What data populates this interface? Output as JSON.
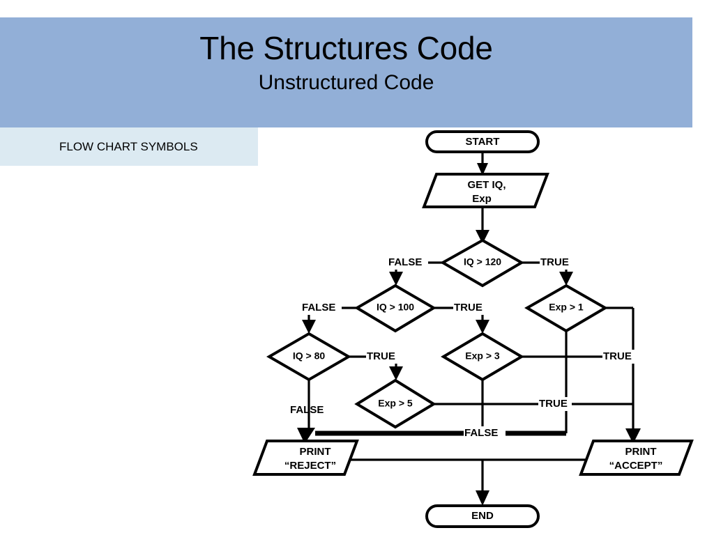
{
  "slide": {
    "header": {
      "title": "The Structures Code",
      "subtitle": "Unstructured Code",
      "band_color": "#92afd7"
    },
    "caption": {
      "text": "FLOW CHART SYMBOLS",
      "band_color": "#dceaf2"
    },
    "background_color": "#ffffff"
  },
  "flowchart": {
    "title": "Unstructured Code flowchart: IQ and Experience screening",
    "line_color": "#000000",
    "shape_fill": "#ffffff",
    "nodes": [
      {
        "id": "start",
        "shape": "terminator",
        "label": "START"
      },
      {
        "id": "get",
        "shape": "parallelogram",
        "label_line1": "GET IQ,",
        "label_line2": "Exp"
      },
      {
        "id": "iq120",
        "shape": "diamond",
        "label": "IQ > 120"
      },
      {
        "id": "iq100",
        "shape": "diamond",
        "label": "IQ > 100"
      },
      {
        "id": "exp1",
        "shape": "diamond",
        "label": "Exp > 1"
      },
      {
        "id": "iq80",
        "shape": "diamond",
        "label": "IQ > 80"
      },
      {
        "id": "exp3",
        "shape": "diamond",
        "label": "Exp > 3"
      },
      {
        "id": "exp5",
        "shape": "diamond",
        "label": "Exp > 5"
      },
      {
        "id": "reject",
        "shape": "parallelogram",
        "label_line1": "PRINT",
        "label_line2": "“REJECT”"
      },
      {
        "id": "accept",
        "shape": "parallelogram",
        "label_line1": "PRINT",
        "label_line2": "“ACCEPT”"
      },
      {
        "id": "end",
        "shape": "terminator",
        "label": "END"
      }
    ],
    "edge_labels": {
      "iq120_false": "FALSE",
      "iq120_true": "TRUE",
      "iq100_false": "FALSE",
      "iq100_true": "TRUE",
      "iq80_true": "TRUE",
      "iq80_false": "FALSE",
      "exp1_true": "TRUE",
      "exp3_true": "TRUE",
      "exp3_false": "FALSE"
    },
    "edges": [
      {
        "from": "start",
        "to": "get",
        "label": ""
      },
      {
        "from": "get",
        "to": "iq120",
        "label": ""
      },
      {
        "from": "iq120",
        "to": "iq100",
        "label": "FALSE"
      },
      {
        "from": "iq120",
        "to": "exp1",
        "label": "TRUE"
      },
      {
        "from": "iq100",
        "to": "iq80",
        "label": "FALSE"
      },
      {
        "from": "iq100",
        "to": "exp3",
        "label": "TRUE"
      },
      {
        "from": "iq80",
        "to": "exp5",
        "label": "TRUE"
      },
      {
        "from": "iq80",
        "to": "reject",
        "label": "FALSE"
      },
      {
        "from": "exp1",
        "to": "accept",
        "label": "TRUE"
      },
      {
        "from": "exp3",
        "to": "accept",
        "label": "TRUE"
      },
      {
        "from": "exp5",
        "to": "accept",
        "label": "TRUE"
      },
      {
        "from": "exp3",
        "to": "reject",
        "label": "FALSE"
      },
      {
        "from": "reject",
        "to": "end",
        "label": ""
      },
      {
        "from": "accept",
        "to": "end",
        "label": ""
      }
    ]
  }
}
